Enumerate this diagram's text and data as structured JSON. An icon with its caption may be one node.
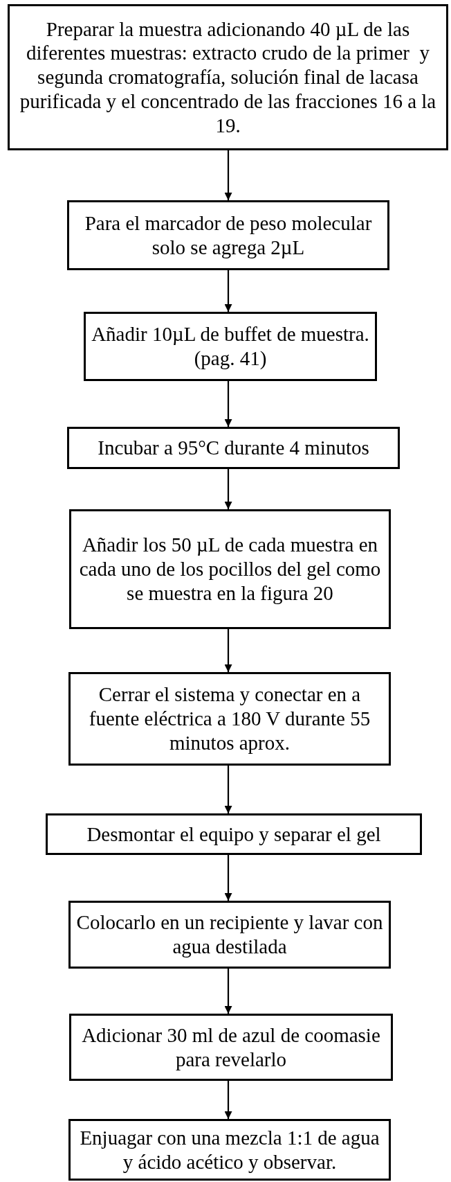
{
  "diagram": {
    "nodes": [
      {
        "text": [
          "Preparar la muestra adicionando 40 µL de las diferentes muestras: extracto crudo de la primer  y segunda cromatografía, solución final de lacasa purificada y el concentrado de las fracciones 16 a la 19."
        ]
      },
      {
        "text": [
          "Para el marcador de peso molecular solo se agrega 2µL"
        ]
      },
      {
        "text": [
          "Añadir 10µL de buffet de muestra. (pag. 41)"
        ]
      },
      {
        "text": [
          "Incubar a 95°C durante 4 minutos"
        ]
      },
      {
        "text": [
          "Añadir los 50 µL de cada muestra en cada uno de los pocillos del gel como se muestra en la figura 20"
        ]
      },
      {
        "text": [
          "Cerrar el sistema y conectar en a fuente eléctrica a 180 V durante 55 minutos aprox."
        ]
      },
      {
        "text": [
          "Desmontar el equipo y separar el gel"
        ]
      },
      {
        "text": [
          "Colocarlo en un recipiente y lavar con agua destilada"
        ]
      },
      {
        "text": [
          "Adicionar 30 ml de azul de coomasie para revelarlo"
        ]
      },
      {
        "text": [
          "Enjuagar con una mezcla 1:1 de agua y ácido acético y observar."
        ]
      }
    ],
    "edges": [
      {
        "from": 0,
        "to": 1,
        "arrow": "to"
      },
      {
        "from": 1,
        "to": 2,
        "arrow": "to"
      },
      {
        "from": 2,
        "to": 3,
        "arrow": "to"
      },
      {
        "from": 3,
        "to": 4,
        "arrow": "to"
      },
      {
        "from": 4,
        "to": 5,
        "arrow": "to"
      },
      {
        "from": 5,
        "to": 6,
        "arrow": "to"
      },
      {
        "from": 6,
        "to": 7,
        "arrow": "to"
      },
      {
        "from": 7,
        "to": 8,
        "arrow": "to"
      },
      {
        "from": 8,
        "to": 9,
        "arrow": "to"
      }
    ]
  }
}
